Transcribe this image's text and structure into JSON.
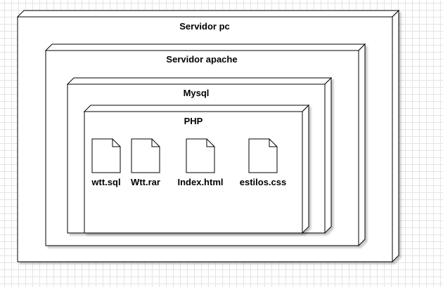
{
  "nodes": [
    {
      "id": "servidor-pc",
      "label": "Servidor pc"
    },
    {
      "id": "servidor-apache",
      "label": "Servidor apache"
    },
    {
      "id": "mysql",
      "label": "Mysql"
    },
    {
      "id": "php",
      "label": "PHP"
    }
  ],
  "artifacts": [
    {
      "id": "wtt-sql",
      "label": "wtt.sql"
    },
    {
      "id": "wtt-rar",
      "label": "Wtt.rar"
    },
    {
      "id": "index-html",
      "label": "Index.html"
    },
    {
      "id": "estilos-css",
      "label": "estilos.css"
    }
  ],
  "colors": {
    "stroke": "#000000",
    "fill": "#ffffff",
    "shadow": "#d9d9d9",
    "grid": "#e4e4e4"
  }
}
